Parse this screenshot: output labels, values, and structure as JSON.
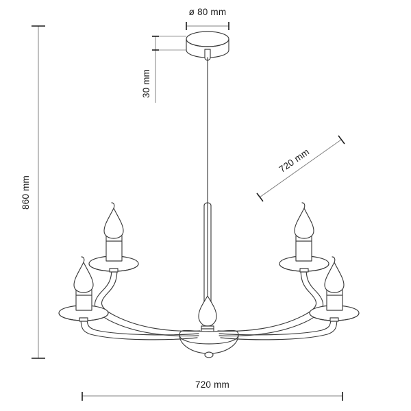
{
  "drawing": {
    "title": "chandelier-technical-dimension-drawing",
    "background_color": "#ffffff",
    "line_color": "#3c3c3c",
    "dimension_line_color": "#808080",
    "text_color": "#1a1a1a"
  },
  "dimensions": {
    "canopy_diameter": {
      "label": "ø 80 mm",
      "orientation": "horizontal",
      "position": "top-center"
    },
    "canopy_height": {
      "label": "30 mm",
      "orientation": "vertical",
      "position": "top-left-of-canopy"
    },
    "total_height": {
      "label": "860 mm",
      "orientation": "vertical",
      "position": "left"
    },
    "diagonal_width": {
      "label": "720 mm",
      "orientation": "diagonal",
      "position": "right"
    },
    "overall_width": {
      "label": "720 mm",
      "orientation": "horizontal",
      "position": "bottom"
    }
  },
  "product": {
    "type": "5-arm candle chandelier",
    "parts": [
      "ceiling-canopy",
      "suspension-rod",
      "central-column",
      "center-candle",
      "curved-arm-upper-left",
      "curved-arm-lower-left",
      "curved-arm-upper-right",
      "curved-arm-lower-right",
      "dome-base",
      "finial"
    ],
    "candle_count": 5
  }
}
